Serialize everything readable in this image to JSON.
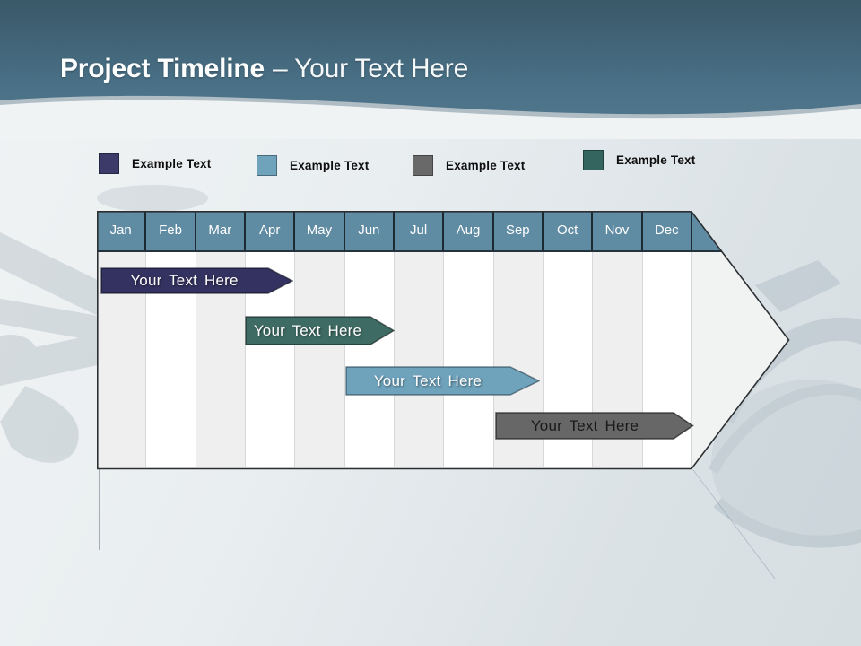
{
  "slide": {
    "title": {
      "bold": "Project Timeline",
      "rest": "– Your Text Here"
    },
    "legend": [
      {
        "label": "Example Text",
        "color": "#3b3a68"
      },
      {
        "label": "Example Text",
        "color": "#6fa3bc"
      },
      {
        "label": "Example Text",
        "color": "#696969"
      },
      {
        "label": "Example Text",
        "color": "#34655f"
      }
    ],
    "timeline": {
      "months": [
        "Jan",
        "Feb",
        "Mar",
        "Apr",
        "May",
        "Jun",
        "Jul",
        "Aug",
        "Sep",
        "Oct",
        "Nov",
        "Dec"
      ],
      "month_header_color": "#5f8ba3",
      "arrow_fill": "#f1f2f2",
      "bars": [
        {
          "label": "Your Text Here",
          "color": "#343260",
          "text_color": "#ffffff",
          "start": "Jan",
          "end": "Apr"
        },
        {
          "label": "Your Text Here",
          "color": "#3e6b63",
          "text_color": "#ffffff",
          "start": "Apr",
          "end": "Jun"
        },
        {
          "label": "Your Text Here",
          "color": "#6fa3bc",
          "text_color": "#ffffff",
          "start": "Jun",
          "end": "Sep"
        },
        {
          "label": "Your Text Here",
          "color": "#676767",
          "text_color": "#1a1a1a",
          "start": "Sep",
          "end": "Dec"
        }
      ]
    }
  }
}
